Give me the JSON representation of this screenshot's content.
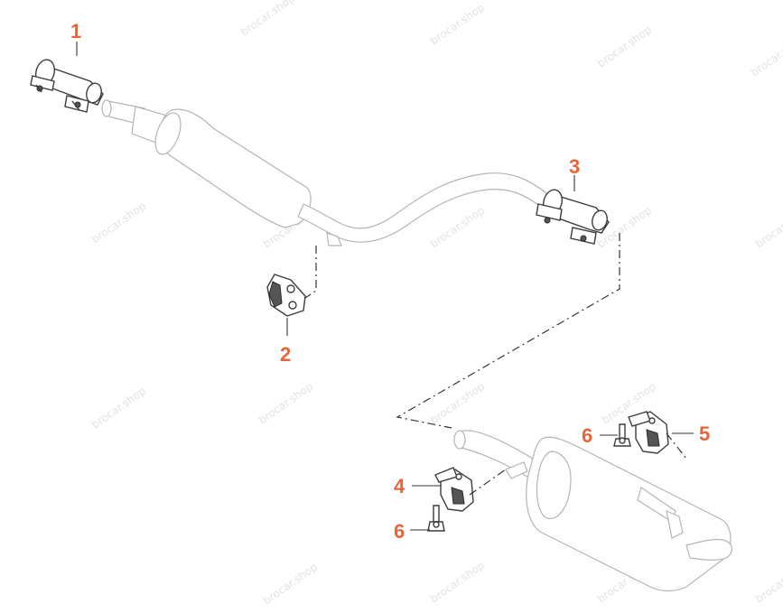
{
  "callouts": [
    {
      "id": "1",
      "label": "1"
    },
    {
      "id": "2",
      "label": "2"
    },
    {
      "id": "3",
      "label": "3"
    },
    {
      "id": "4",
      "label": "4"
    },
    {
      "id": "5",
      "label": "5"
    },
    {
      "id": "6a",
      "label": "6"
    },
    {
      "id": "6b",
      "label": "6"
    }
  ],
  "watermark": {
    "text": "brocar.shop"
  },
  "colors": {
    "callout": "#e8653a",
    "watermark": "#cccccc",
    "pipe_outline": "#b4b4b4",
    "part_outline": "#3c3c3c"
  }
}
